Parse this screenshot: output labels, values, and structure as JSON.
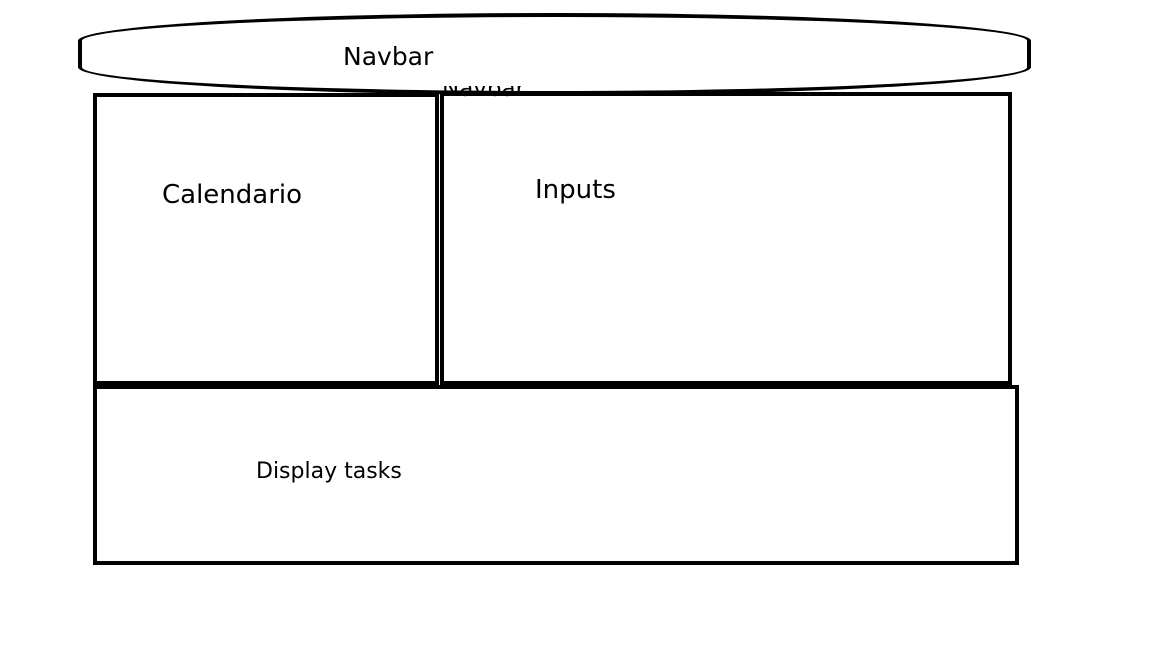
{
  "labels": {
    "navbar": "Navbar",
    "navbar_ghost": "Navbar",
    "calendar": "Calendario",
    "inputs": "Inputs",
    "tasks": "Display tasks"
  },
  "colors": {
    "stroke": "#000000",
    "background": "#ffffff"
  }
}
